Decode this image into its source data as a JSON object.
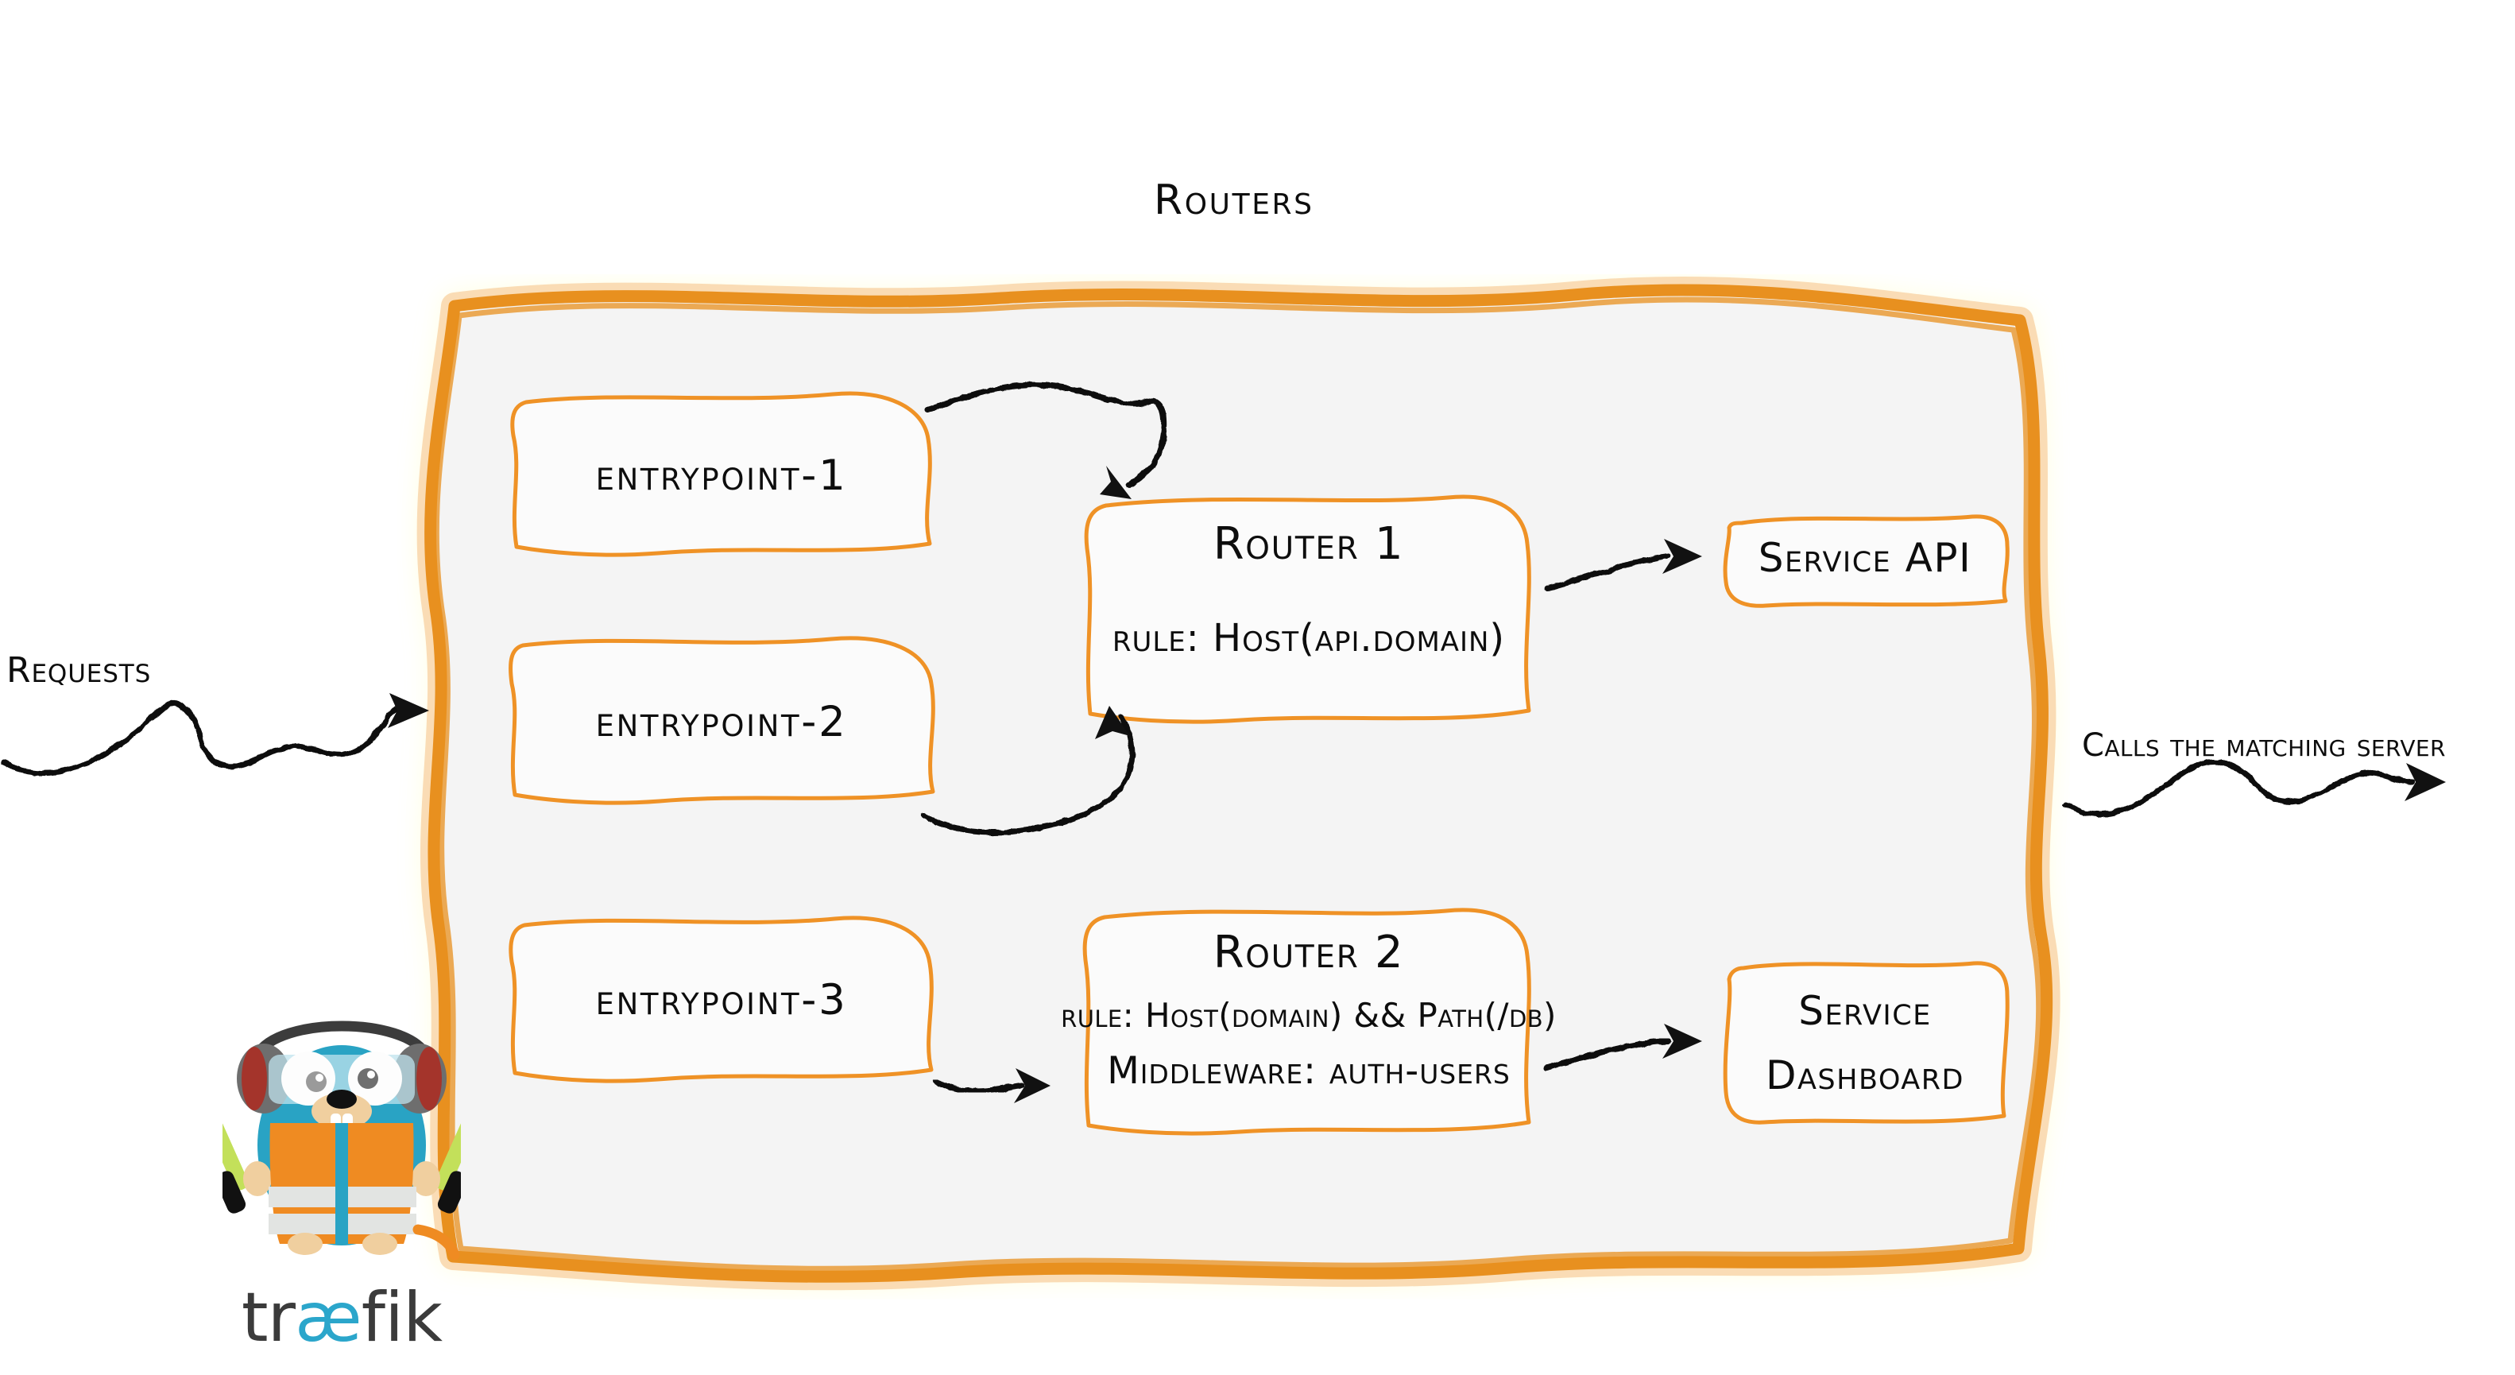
{
  "diagram": {
    "title": "Routers",
    "brand": {
      "wordmark_pre": "tr",
      "wordmark_ae": "æ",
      "wordmark_post": "fik",
      "mascot": "traefik-gopher-mascot"
    },
    "colors": {
      "accent_orange": "#e8901f",
      "box_fill": "#fbfbfb",
      "container_fill": "#f5f5f5",
      "ink": "#0d0d0d",
      "gopher_blue": "#29a3c4",
      "vest_orange": "#ef8b22",
      "wand_green": "#c3e05a",
      "wordmark_gray": "#3b3b3b",
      "wordmark_blue": "#2ba6cb"
    },
    "edge_labels": {
      "left": "Requests",
      "right": "Calls the matching server"
    },
    "entrypoints": [
      {
        "id": "entrypoint-1",
        "label": "entrypoint-1"
      },
      {
        "id": "entrypoint-2",
        "label": "entrypoint-2"
      },
      {
        "id": "entrypoint-3",
        "label": "entrypoint-3"
      }
    ],
    "routers": [
      {
        "id": "router-1",
        "title": "Router 1",
        "lines": [
          {
            "key": "rule",
            "text": "rule: Host(api.domain)"
          }
        ]
      },
      {
        "id": "router-2",
        "title": "Router 2",
        "lines": [
          {
            "key": "rule",
            "text": "rule: Host(domain) && Path(/db)"
          },
          {
            "key": "middleware",
            "text": "Middleware: auth-users"
          }
        ]
      }
    ],
    "services": [
      {
        "id": "service-api",
        "line1": "Service API",
        "line2": ""
      },
      {
        "id": "service-dashboard",
        "line1": "Service",
        "line2": "Dashboard"
      }
    ],
    "connections": [
      {
        "from": "entrypoint-1",
        "to": "router-1"
      },
      {
        "from": "entrypoint-2",
        "to": "router-1"
      },
      {
        "from": "entrypoint-3",
        "to": "router-2"
      },
      {
        "from": "router-1",
        "to": "service-api"
      },
      {
        "from": "router-2",
        "to": "service-dashboard"
      },
      {
        "from": "requests",
        "to": "routers-container"
      },
      {
        "from": "routers-container",
        "to": "matching-server"
      }
    ]
  }
}
